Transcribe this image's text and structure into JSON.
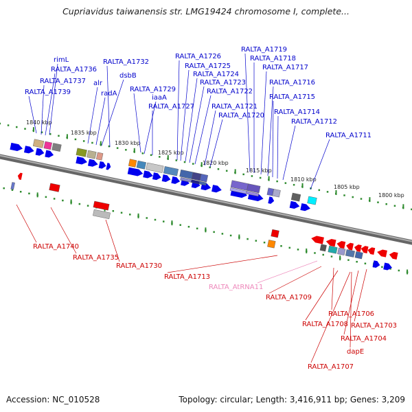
{
  "header": {
    "title": "Cupriavidus taiwanensis str. LMG19424 chromosome I, complete..."
  },
  "footer": {
    "accession": "Accession: NC_010528",
    "summary": "Topology: circular; Length: 3,416,911 bp; Genes: 3,209"
  },
  "colors": {
    "forward_label": "#0000cc",
    "reverse_label": "#cc0000",
    "rna_label": "#ee88bb",
    "backbone": "#808080",
    "tick": "#2e8b2e",
    "arrow_blue": "#0000ee",
    "arrow_red": "#ee0000"
  },
  "scale_labels": [
    "1840 kbp",
    "1835 kbp",
    "1830 kbp",
    "1825 kbp",
    "1820 kbp",
    "1815 kbp",
    "1810 kbp",
    "1805 kbp",
    "1800 kbp"
  ],
  "forward_genes": [
    "rimL",
    "RALTA_A1736",
    "RALTA_A1737",
    "RALTA_A1739",
    "alr",
    "radA",
    "dsbB",
    "RALTA_A1732",
    "RALTA_A1729",
    "iaaA",
    "RALTA_A1727",
    "RALTA_A1726",
    "RALTA_A1725",
    "RALTA_A1724",
    "RALTA_A1723",
    "RALTA_A1722",
    "RALTA_A1721",
    "RALTA_A1720",
    "RALTA_A1719",
    "RALTA_A1718",
    "RALTA_A1717",
    "RALTA_A1716",
    "RALTA_A1715",
    "RALTA_A1714",
    "RALTA_A1712",
    "RALTA_A1711"
  ],
  "reverse_genes": [
    "RALTA_A1740",
    "RALTA_A1735",
    "RALTA_A1730",
    "RALTA_A1713",
    "RALTA_A1709",
    "RALTA_A1706",
    "RALTA_A1708",
    "RALTA_A1703",
    "RALTA_A1704",
    "dapE",
    "RALTA_A1707"
  ],
  "rna_genes": [
    "RALTA_AtRNA11"
  ],
  "icons": {
    "forward_gene_arrow": "right-arrow-icon",
    "reverse_gene_arrow": "left-arrow-icon"
  }
}
